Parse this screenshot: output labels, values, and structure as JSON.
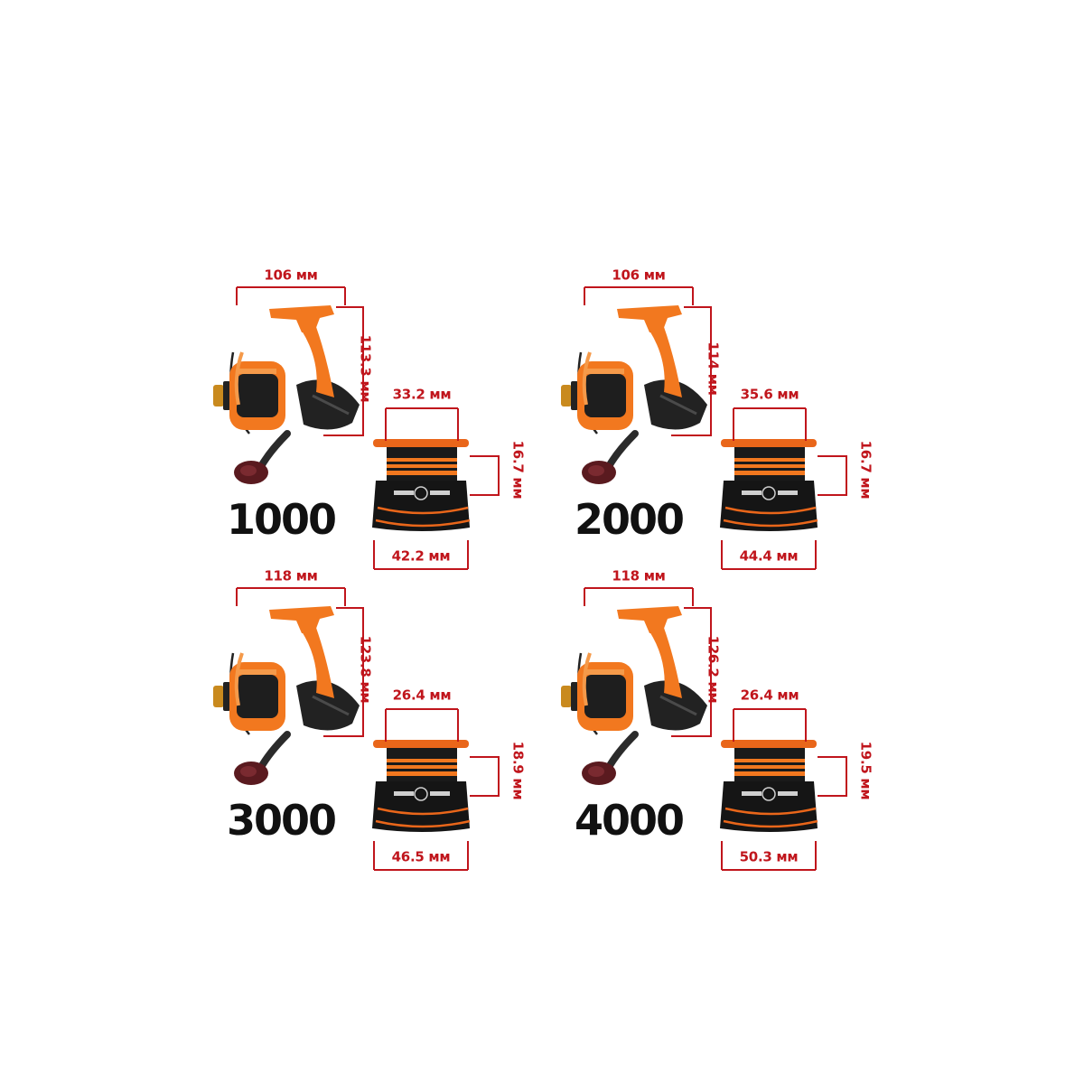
{
  "accent_color": "#c0151c",
  "reel_color": "#f2781f",
  "body_color": "#1a1a1a",
  "icon_reel": "spinning-reel-icon",
  "icon_spool": "spare-spool-icon",
  "models": [
    {
      "size": "1000",
      "reel_width": "106 мм",
      "reel_height": "113.3 мм",
      "spool_top": "33.2 мм",
      "spool_depth": "16.7 мм",
      "spool_bottom": "42.2 мм"
    },
    {
      "size": "2000",
      "reel_width": "106 мм",
      "reel_height": "114 мм",
      "spool_top": "35.6 мм",
      "spool_depth": "16.7 мм",
      "spool_bottom": "44.4 мм"
    },
    {
      "size": "3000",
      "reel_width": "118 мм",
      "reel_height": "123.8 мм",
      "spool_top": "26.4 мм",
      "spool_depth": "18.9 мм",
      "spool_bottom": "46.5 мм"
    },
    {
      "size": "4000",
      "reel_width": "118 мм",
      "reel_height": "126.2 мм",
      "spool_top": "26.4 мм",
      "spool_depth": "19.5 мм",
      "spool_bottom": "50.3 мм"
    }
  ]
}
